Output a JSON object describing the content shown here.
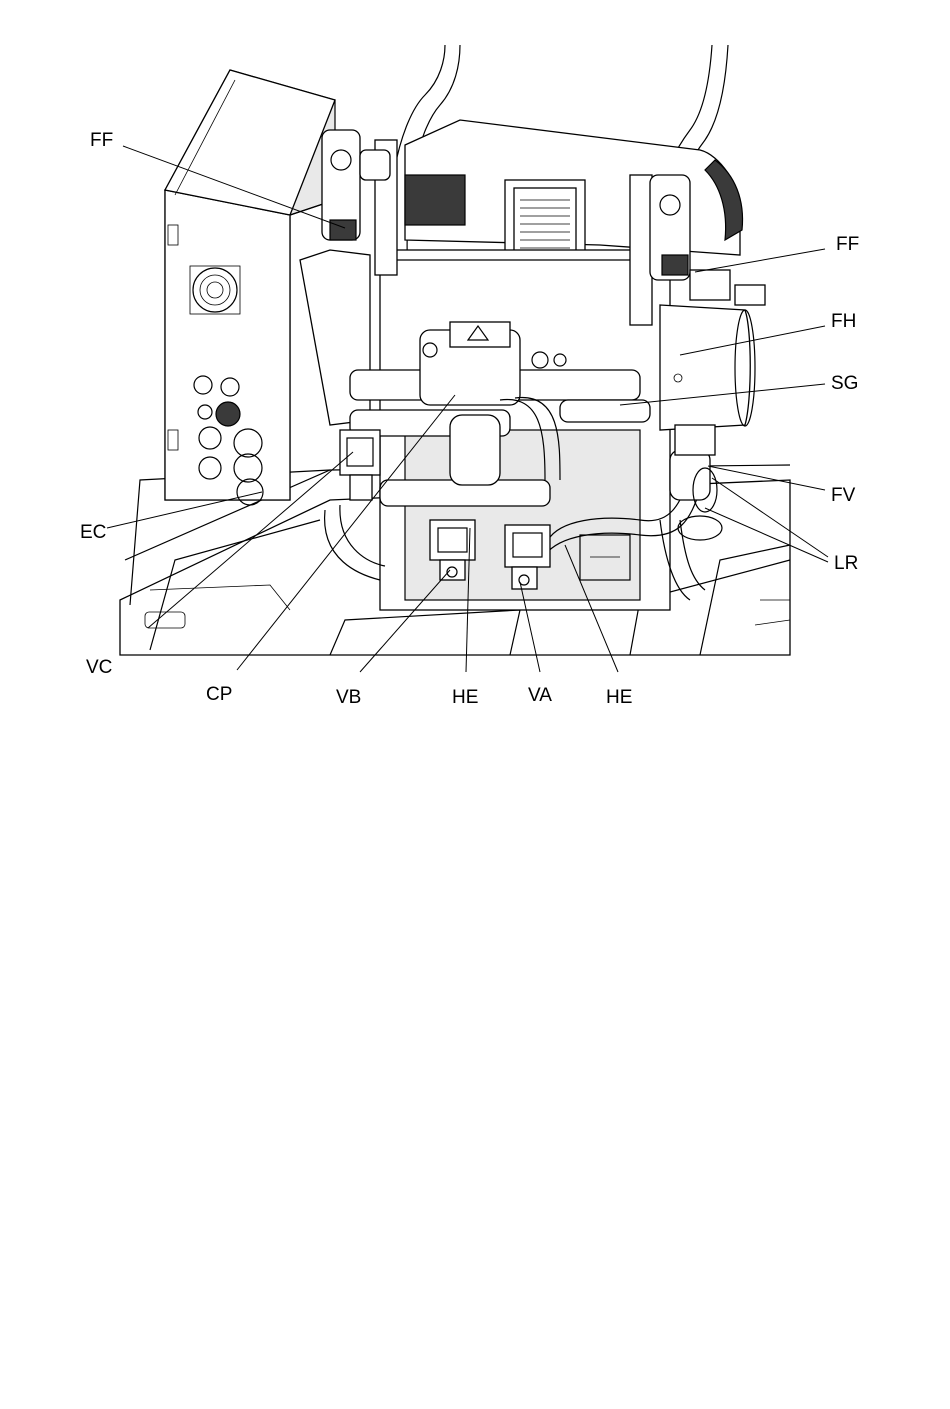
{
  "figure": {
    "callouts": [
      {
        "id": "ff_left",
        "text": "FF"
      },
      {
        "id": "ff_right",
        "text": "FF"
      },
      {
        "id": "fh",
        "text": "FH"
      },
      {
        "id": "sg",
        "text": "SG"
      },
      {
        "id": "fv",
        "text": "FV"
      },
      {
        "id": "lr",
        "text": "LR"
      },
      {
        "id": "ec",
        "text": "EC"
      },
      {
        "id": "vc",
        "text": "VC"
      },
      {
        "id": "cp",
        "text": "CP"
      },
      {
        "id": "vb",
        "text": "VB"
      },
      {
        "id": "he_left",
        "text": "HE"
      },
      {
        "id": "va",
        "text": "VA"
      },
      {
        "id": "he_right",
        "text": "HE"
      }
    ]
  }
}
